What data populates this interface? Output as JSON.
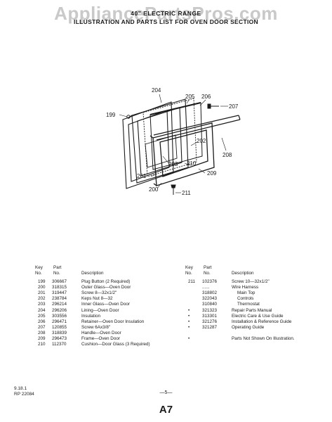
{
  "watermark": "AppliancePartsPros.com",
  "header": {
    "line1": "40\" ELECTRIC RANGE",
    "line2": "ILLUSTRATION AND PARTS LIST FOR OVEN DOOR SECTION"
  },
  "callouts": {
    "c199": "199",
    "c200": "200",
    "c201": "201",
    "c202": "202",
    "c203": "203",
    "c204": "204",
    "c205": "205",
    "c206": "206",
    "c207": "207",
    "c208": "208",
    "c209": "209",
    "c210": "210",
    "c211": "211"
  },
  "table_headers": {
    "key_line1": "Key",
    "key_line2": "No.",
    "part_line1": "Part",
    "part_line2": "No.",
    "description": "Description"
  },
  "left_parts": [
    {
      "key": "199",
      "part": "306667",
      "desc": "Plug Button (2 Required)"
    },
    {
      "key": "200",
      "part": "318315",
      "desc": "Outer Glass—Oven Door"
    },
    {
      "key": "201",
      "part": "319447",
      "desc": "Screw 8—32x1/2\""
    },
    {
      "key": "202",
      "part": "238784",
      "desc": "Keps Nut 8—32"
    },
    {
      "key": "203",
      "part": "296214",
      "desc": "Inner Glass—Oven Door"
    },
    {
      "key": "204",
      "part": "296206",
      "desc": "Lining—Oven Door"
    },
    {
      "key": "205",
      "part": "303556",
      "desc": "Insulation"
    },
    {
      "key": "206",
      "part": "296471",
      "desc": "Retainer—Oven Door Insulation"
    },
    {
      "key": "207",
      "part": "120855",
      "desc": "Screw 6Ax3/8\""
    },
    {
      "key": "208",
      "part": "318839",
      "desc": "Handle—Oven Door"
    },
    {
      "key": "209",
      "part": "296473",
      "desc": "Frame—Oven Door"
    },
    {
      "key": "210",
      "part": "112370",
      "desc": "Cushion—Door Glass (3 Required)"
    }
  ],
  "right_parts": [
    {
      "key": "211",
      "part": "102376",
      "desc": "Screw 10—32x1/2\""
    },
    {
      "key": "",
      "part": "......",
      "desc": "Wire Harness"
    },
    {
      "key": "",
      "part": "318802",
      "desc": "Main Top"
    },
    {
      "key": "",
      "part": "322043",
      "desc": "Controls"
    },
    {
      "key": "",
      "part": "310840",
      "desc": "Thermostat"
    },
    {
      "key": "•",
      "part": "321323",
      "desc": "Repair Parts Manual"
    },
    {
      "key": "•",
      "part": "313301",
      "desc": "Electric Care & Use Guide"
    },
    {
      "key": "•",
      "part": "321276",
      "desc": "Installation & Reference Guide"
    },
    {
      "key": "•",
      "part": "321287",
      "desc": "Operating Guide"
    },
    {
      "key": "",
      "part": "",
      "desc": ""
    },
    {
      "key": "•",
      "part": "",
      "desc": "Parts Not Shown On Illustration."
    }
  ],
  "footer": {
    "date": "9.18.1",
    "doc": "RP 22084",
    "page": "—5—",
    "code": "A7"
  }
}
